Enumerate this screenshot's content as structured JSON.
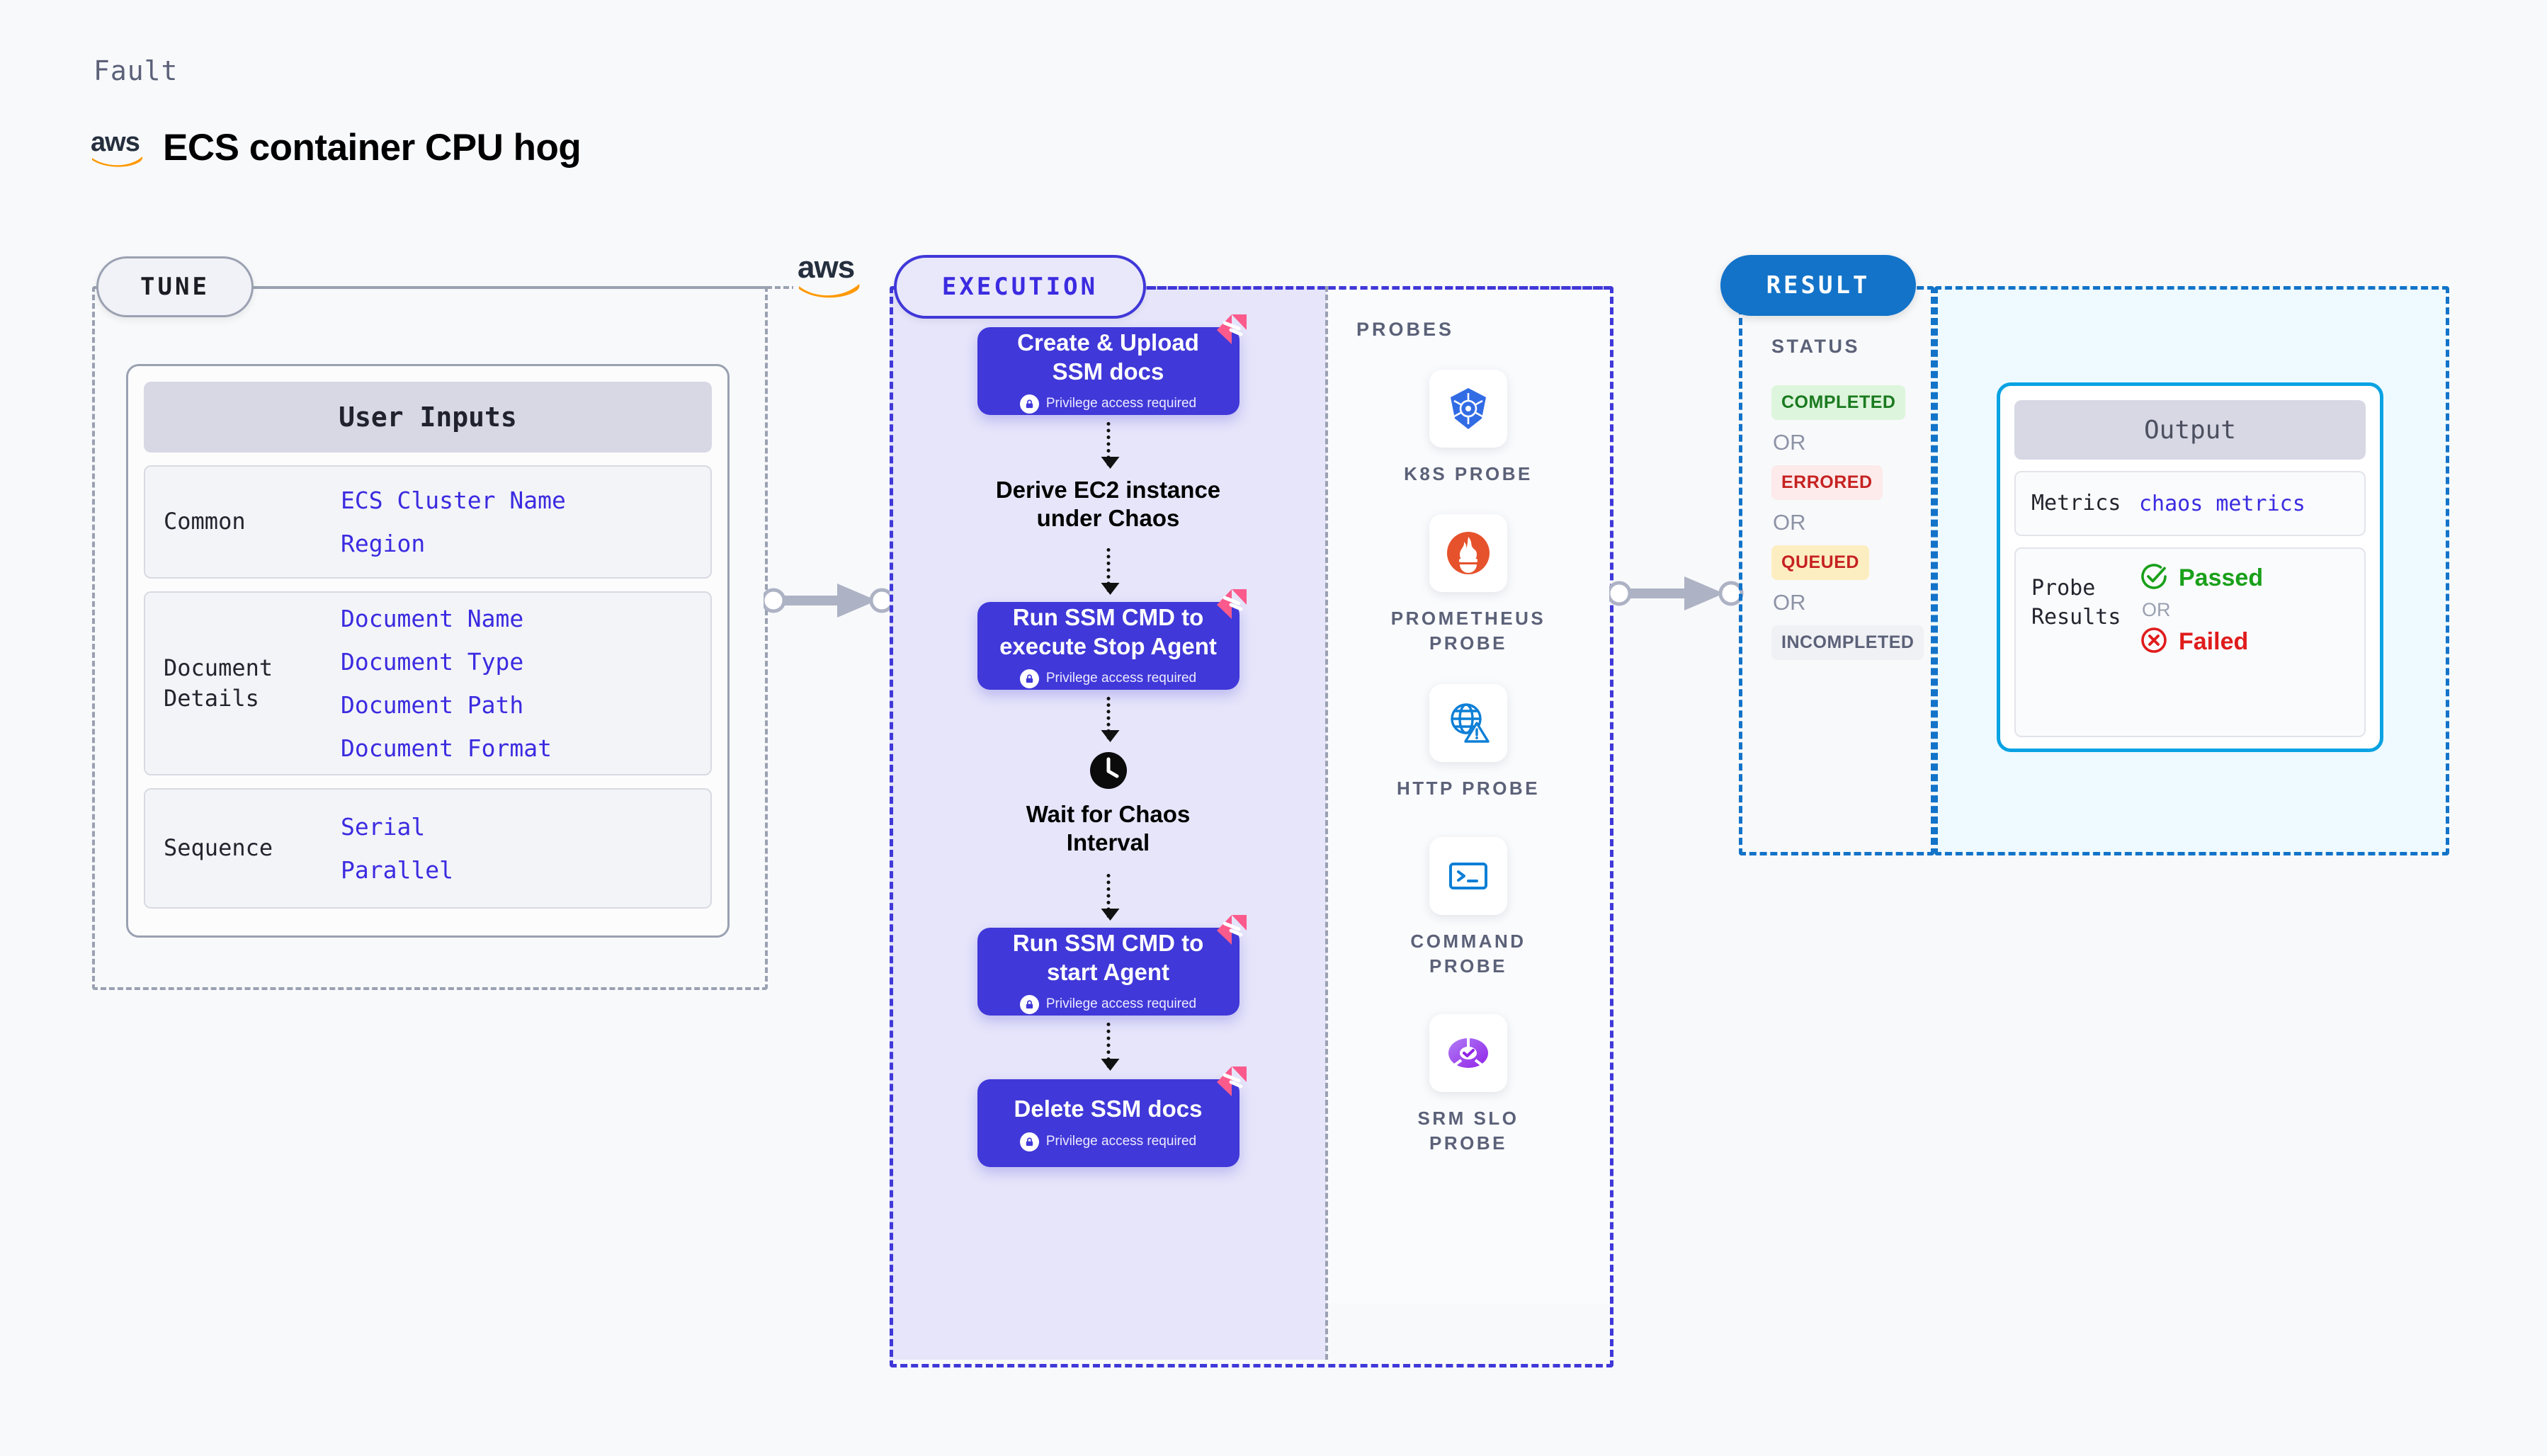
{
  "header": {
    "eyebrow": "Fault",
    "provider_icon": "aws-logo",
    "title": "ECS container CPU hog"
  },
  "tune": {
    "pill_label": "TUNE",
    "provider_icon": "aws-logo",
    "card_title": "User Inputs",
    "rows": [
      {
        "label": "Common",
        "values": [
          "ECS Cluster Name",
          "Region"
        ]
      },
      {
        "label": "Document\nDetails",
        "values": [
          "Document Name",
          "Document Type",
          "Document Path",
          "Document Format"
        ]
      },
      {
        "label": "Sequence",
        "values": [
          "Serial",
          "Parallel"
        ]
      }
    ]
  },
  "execution": {
    "pill_label": "EXECUTION",
    "steps": [
      {
        "kind": "task",
        "title": "Create & Upload\nSSM docs",
        "privilege": "Privilege access required",
        "badge_icon": "harness-logo-icon",
        "lock_icon": "lock-icon"
      },
      {
        "kind": "plain",
        "title": "Derive EC2 instance\nunder Chaos"
      },
      {
        "kind": "task",
        "title": "Run SSM CMD to\nexecute Stop Agent",
        "privilege": "Privilege access required",
        "badge_icon": "harness-logo-icon",
        "lock_icon": "lock-icon"
      },
      {
        "kind": "wait",
        "title": "Wait for Chaos\nInterval",
        "icon": "clock-icon"
      },
      {
        "kind": "task",
        "title": "Run SSM CMD to\nstart Agent",
        "privilege": "Privilege access required",
        "badge_icon": "harness-logo-icon",
        "lock_icon": "lock-icon"
      },
      {
        "kind": "task",
        "title": "Delete SSM docs",
        "privilege": "Privilege access required",
        "badge_icon": "harness-logo-icon",
        "lock_icon": "lock-icon"
      }
    ],
    "probes_title": "PROBES",
    "probes": [
      {
        "label": "K8S PROBE",
        "icon": "kubernetes-icon"
      },
      {
        "label": "PROMETHEUS\nPROBE",
        "icon": "prometheus-icon"
      },
      {
        "label": "HTTP PROBE",
        "icon": "http-globe-icon"
      },
      {
        "label": "COMMAND\nPROBE",
        "icon": "terminal-icon"
      },
      {
        "label": "SRM SLO\nPROBE",
        "icon": "srm-slo-icon"
      }
    ]
  },
  "result": {
    "pill_label": "RESULT",
    "status_title": "STATUS",
    "or_label": "OR",
    "statuses": [
      {
        "label": "COMPLETED",
        "bg": "#ddf5dc",
        "fg": "#1a7a1f"
      },
      {
        "label": "ERRORED",
        "bg": "#fdeaea",
        "fg": "#c62222"
      },
      {
        "label": "QUEUED",
        "bg": "#fdeec2",
        "fg": "#c62222"
      },
      {
        "label": "INCOMPLETED",
        "bg": "#f0f1f5",
        "fg": "#5b6178"
      }
    ]
  },
  "output": {
    "card_title": "Output",
    "metrics_label": "Metrics",
    "metrics_value": "chaos metrics",
    "probe_results_label": "Probe\nResults",
    "or_label": "OR",
    "passed_label": "Passed",
    "passed_icon": "check-circle-icon",
    "failed_label": "Failed",
    "failed_icon": "x-circle-icon"
  },
  "colors": {
    "tune_border": "#9aa1b1",
    "execution_accent": "#4038d8",
    "result_accent": "#1273c9",
    "output_accent": "#09a2e3",
    "badge_pink": "#fb5a8c",
    "link_blue": "#3b2be0"
  }
}
